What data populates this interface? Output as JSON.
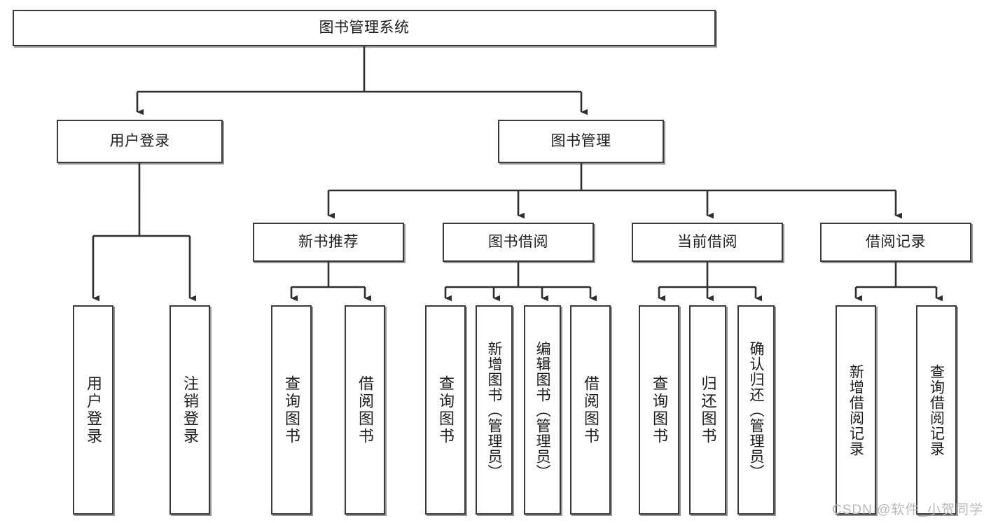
{
  "diagram": {
    "type": "hierarchy-tree",
    "title": "图书管理系统",
    "watermark": "CSDN @软件_小贺同学",
    "colors": {
      "box_border": "#3b3b3b",
      "box_fill": "#ffffff",
      "connector": "#2f2f2f",
      "text": "#1c1c1c",
      "watermark": "#b9b9b9"
    },
    "root": {
      "label": "图书管理系统"
    },
    "level2": [
      {
        "label": "用户登录"
      },
      {
        "label": "图书管理"
      }
    ],
    "level3": [
      {
        "label": "新书推荐"
      },
      {
        "label": "图书借阅"
      },
      {
        "label": "当前借阅"
      },
      {
        "label": "借阅记录"
      }
    ],
    "leaves": {
      "user_login": [
        {
          "label": "用户登录"
        },
        {
          "label": "注销登录"
        }
      ],
      "new_book_recommend": [
        {
          "label": "查询图书"
        },
        {
          "label": "借阅图书"
        }
      ],
      "book_borrow": [
        {
          "label": "查询图书"
        },
        {
          "label": "新增图书（管理员）"
        },
        {
          "label": "编辑图书（管理员）"
        },
        {
          "label": "借阅图书"
        }
      ],
      "current_borrow": [
        {
          "label": "查询图书"
        },
        {
          "label": "归还图书"
        },
        {
          "label": "确认归还（管理员）"
        }
      ],
      "borrow_record": [
        {
          "label": "新增借阅记录"
        },
        {
          "label": "查询借阅记录"
        }
      ]
    }
  }
}
